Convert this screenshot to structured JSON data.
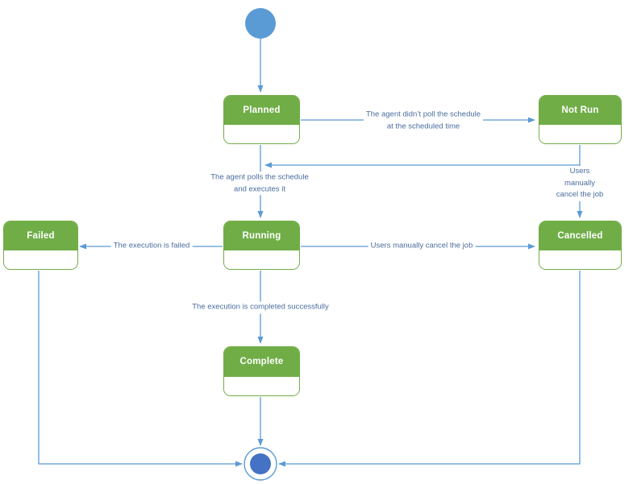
{
  "diagram": {
    "nodes": {
      "initial": {
        "type": "initial-state"
      },
      "planned": {
        "label": "Planned"
      },
      "not_run": {
        "label": "Not Run"
      },
      "failed": {
        "label": "Failed"
      },
      "running": {
        "label": "Running"
      },
      "cancelled": {
        "label": "Cancelled"
      },
      "complete": {
        "label": "Complete"
      },
      "final": {
        "type": "final-state"
      }
    },
    "edges": {
      "planned_to_not_run": {
        "label": "The agent didn’t poll the schedule\nat the scheduled time"
      },
      "planned_to_running": {
        "label": "The agent polls the schedule\nand executes it"
      },
      "not_run_to_cancelled": {
        "label": "Users manually cancel the job"
      },
      "running_to_failed": {
        "label": "The execution is failed"
      },
      "running_to_cancelled": {
        "label": "Users manually cancel the job"
      },
      "running_to_complete": {
        "label": "The execution is completed successfully"
      }
    },
    "colors": {
      "state_fill": "#70ad47",
      "state_border": "#70ad47",
      "state_text": "#ffffff",
      "connector": "#5b9bd5",
      "label_text": "#4a6d9e",
      "initial_fill": "#5b9bd5",
      "final_ring": "#5b9bd5",
      "final_fill": "#4472c4",
      "background": "#ffffff"
    }
  }
}
